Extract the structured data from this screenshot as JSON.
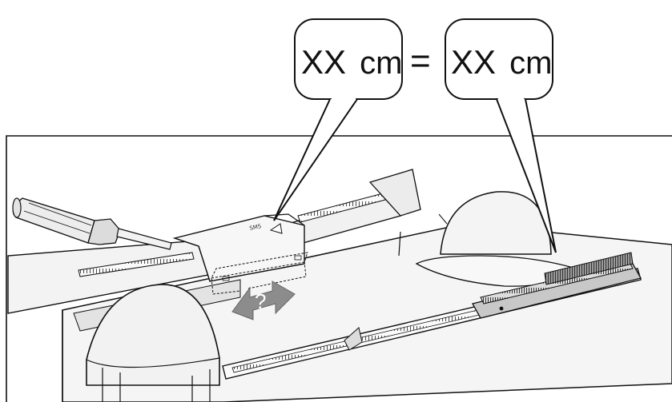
{
  "callout_left": {
    "value": "XX",
    "unit": "cm"
  },
  "equals": "=",
  "callout_right": {
    "value": "XX",
    "unit": "cm"
  },
  "arrow_help": "?",
  "slider_mark": "SMS",
  "colors": {
    "line": "#111111",
    "machine_light": "#f4f4f4",
    "machine_mid": "#e2e2e2",
    "machine_dark": "#c9c9c9",
    "arrow": "#8c8c8c"
  },
  "icons": [
    "screwdriver-icon",
    "double-arrow-icon",
    "slider-icon"
  ]
}
